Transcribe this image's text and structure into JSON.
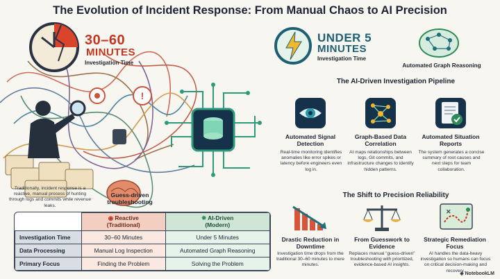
{
  "title": "The Evolution of Incident Response: From Manual Chaos to AI Precision",
  "manual": {
    "time_big": "30–60",
    "time_unit": "MINUTES",
    "time_label": "Investigation Time",
    "description": "Traditionally, incident response is a reactive, manual process of hunting through logs and commits while revenue leaks.",
    "guess_label": "Guess-driven troubleshooting"
  },
  "ai": {
    "time_big": "UNDER 5",
    "time_unit": "MINUTES",
    "time_label": "Investigation Time",
    "graph_label": "Automated Graph Reasoning"
  },
  "pipeline": {
    "heading": "The AI-Driven Investigation Pipeline",
    "steps": [
      {
        "title": "Automated Signal Detection",
        "text": "Real-time monitoring identifies anomalies like error spikes or latency before engineers even log in."
      },
      {
        "title": "Graph-Based Data Correlation",
        "text": "AI maps relationships between logs, Git commits, and infrastructure changes to identify hidden patterns."
      },
      {
        "title": "Automated Situation Reports",
        "text": "The system generates a concise summary of root causes and next steps for team collaboration."
      }
    ]
  },
  "shift": {
    "heading": "The Shift to Precision Reliability",
    "items": [
      {
        "title": "Drastic Reduction in Downtime",
        "text": "Investigation time drops from the traditional 30–60 minutes to mere minutes."
      },
      {
        "title": "From Guesswork to Evidence",
        "text": "Replaces manual \"guess-driven\" troubleshooting with prioritized, evidence-based AI insights."
      },
      {
        "title": "Strategic Remediation Focus",
        "text": "AI handles the data-heavy investigation so humans can focus on critical decision-making and recovery."
      }
    ]
  },
  "table": {
    "col_reactive": "Reactive (Traditional)",
    "col_reactive_1": "Reactive",
    "col_reactive_2": "(Traditional)",
    "col_ai_1": "AI-Driven",
    "col_ai_2": "(Modern)",
    "rows": [
      {
        "label": "Investigation Time",
        "reactive": "30–60 Minutes",
        "ai": "Under 5 Minutes"
      },
      {
        "label": "Data Processing",
        "reactive": "Manual Log Inspection",
        "ai": "Automated Graph Reasoning"
      },
      {
        "label": "Primary Focus",
        "reactive": "Finding the Problem",
        "ai": "Solving the Problem"
      }
    ]
  },
  "brand": "NotebookLM",
  "colors": {
    "accent_red": "#c2361f",
    "accent_green": "#2e8b57",
    "teal": "#1f6e7a",
    "navy": "#1a2233"
  }
}
